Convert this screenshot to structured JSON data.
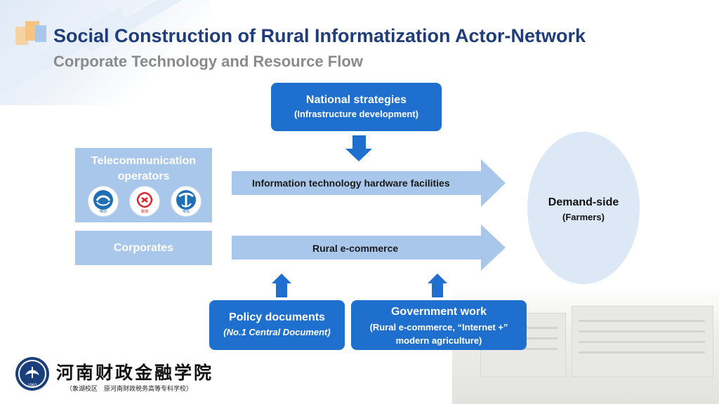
{
  "header": {
    "title": "Social Construction of Rural Informatization Actor-Network",
    "subtitle": "Corporate Technology and Resource Flow"
  },
  "nodes": {
    "national": {
      "line1": "National strategies",
      "line2": "(Infrastructure development)"
    },
    "telecom": {
      "label": "Telecommunication operators",
      "operators": [
        {
          "icon": "china-mobile-logo-icon",
          "caption": "移动"
        },
        {
          "icon": "china-unicom-logo-icon",
          "caption": "联通"
        },
        {
          "icon": "china-telecom-logo-icon",
          "caption": "电信"
        }
      ]
    },
    "corporates": {
      "label": "Corporates"
    },
    "demand": {
      "line1": "Demand-side",
      "line2": "(Farmers)"
    },
    "policy": {
      "line1": "Policy documents",
      "line2": "(No.1 Central Document)"
    },
    "government": {
      "line1": "Government work",
      "line2": "(Rural e-commerce, “Internet +” modern agriculture)"
    }
  },
  "flows": {
    "hardware": "Information technology hardware facilities",
    "ecommerce": "Rural e-commerce"
  },
  "footer": {
    "school_name": "河南财政金融学院",
    "school_sub": "（象湖校区　原河南财政税务高等专科学校）",
    "logo_year": "1983"
  },
  "colors": {
    "primary_blue": "#1e6fce",
    "light_blue": "#a9c7ea",
    "title_blue": "#1f3d7a",
    "demand_bg": "#dce8f6"
  }
}
